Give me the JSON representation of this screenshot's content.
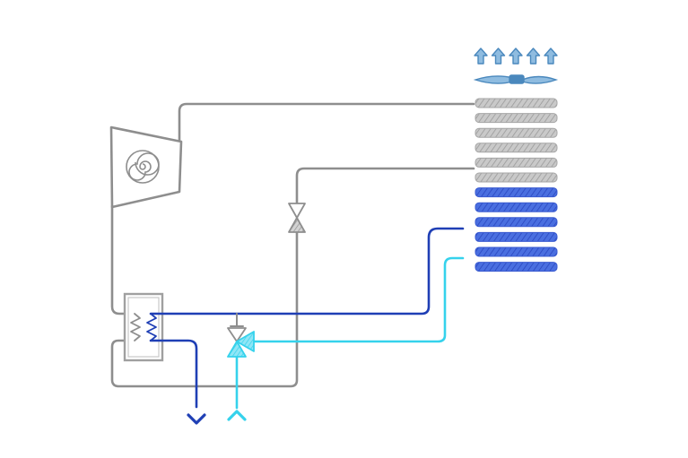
{
  "diagram": {
    "colors": {
      "refrigerant": "#8e8e8e",
      "refrigerant_fill": "#c4c4c4",
      "water_supply": "#1f3fb5",
      "water_coil": "#3e63d8",
      "water_return": "#35d2ec",
      "fan": "#4a88bd",
      "fan_fill": "#8fbce0"
    },
    "components": [
      {
        "id": "compressor",
        "icon": "scroll-compressor-icon"
      },
      {
        "id": "expansion-valve",
        "icon": "expansion-valve-icon"
      },
      {
        "id": "plate-heat-exchanger",
        "icon": "heat-exchanger-icon"
      },
      {
        "id": "three-way-valve",
        "icon": "three-way-valve-icon"
      },
      {
        "id": "air-coil",
        "icon": "finned-coil-icon",
        "refrigerant_rows": 6,
        "water_rows": 6
      },
      {
        "id": "fan",
        "icon": "fan-icon"
      },
      {
        "id": "airflow",
        "icon": "arrow-up-icon",
        "count": 5
      },
      {
        "id": "water-outlet",
        "icon": "chevron-down-icon"
      },
      {
        "id": "water-inlet",
        "icon": "chevron-up-icon"
      }
    ]
  }
}
